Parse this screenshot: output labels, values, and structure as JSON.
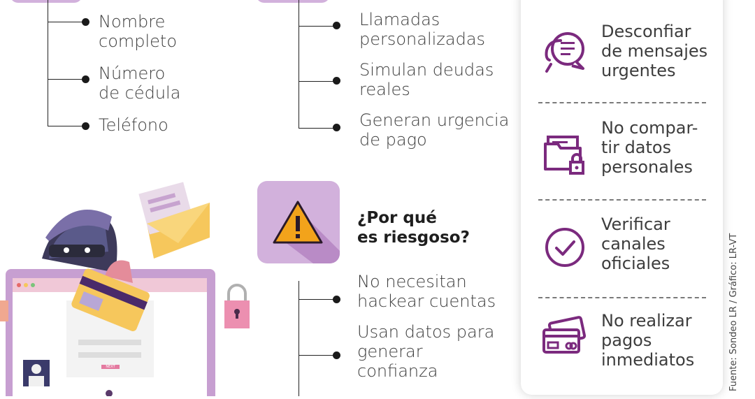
{
  "col1": {
    "items": [
      "Nombre completo",
      "Número de cédula",
      "Teléfono"
    ],
    "item_lines": [
      [
        "Nombre",
        "completo"
      ],
      [
        "Número",
        "de cédula"
      ],
      [
        "Teléfono"
      ]
    ]
  },
  "col2": {
    "items": [
      "Llamadas personalizadas",
      "Simulan deudas reales",
      "Generan urgencia de pago"
    ],
    "item_lines": [
      [
        "Llamadas",
        "personalizadas"
      ],
      [
        "Simulan deudas",
        "reales"
      ],
      [
        "Generan urgencia",
        "de pago"
      ]
    ]
  },
  "risk": {
    "heading_lines": [
      "¿Por qué",
      "es riesgoso?"
    ],
    "items": [
      "No necesitan hackear cuentas",
      "Usan datos para generar confianza"
    ],
    "item_lines": [
      [
        "No necesitan",
        "hackear cuentas"
      ],
      [
        "Usan datos para",
        "generar",
        "confianza"
      ]
    ],
    "warning_icon": "warning-triangle-icon"
  },
  "tips": [
    {
      "lines": [
        "Desconfiar",
        "de mensajes",
        "urgentes"
      ],
      "icon": "chat-bubbles-icon"
    },
    {
      "lines": [
        "No compar-",
        "tir datos",
        "personales"
      ],
      "icon": "locked-folder-icon"
    },
    {
      "lines": [
        "Verificar",
        "canales",
        "oficiales"
      ],
      "icon": "check-circle-icon"
    },
    {
      "lines": [
        "No realizar",
        "pagos",
        "inmediatos"
      ],
      "icon": "credit-cards-icon"
    }
  ],
  "illustration": {
    "screen_button_text": "NEXT"
  },
  "source": "Fuente: Sondeo LR / Gráfico: LR-VT",
  "colors": {
    "accent_purple": "#7b2a7e",
    "lilac": "#d2b1dc",
    "pink": "#e47aa0",
    "yellow": "#f6c75c",
    "orange_warn": "#f2a31b"
  }
}
